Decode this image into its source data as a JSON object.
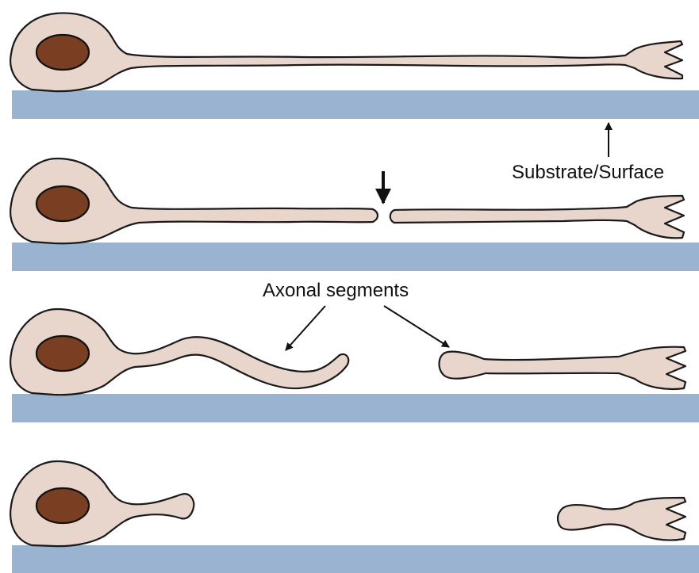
{
  "figure": {
    "labels": {
      "substrate": "Substrate/Surface",
      "axonal_segments": "Axonal segments"
    },
    "panels": [
      {
        "stage": "intact axon on substrate"
      },
      {
        "stage": "axon cut (injury site arrow)"
      },
      {
        "stage": "axonal segments separate and retract"
      },
      {
        "stage": "segments retract further"
      }
    ],
    "colors": {
      "substrate": "#99b3d1",
      "cell_body": "#e8d5cb",
      "nucleus": "#7a3f22",
      "outline": "#1a1a1a",
      "background": "#ffffff"
    }
  }
}
